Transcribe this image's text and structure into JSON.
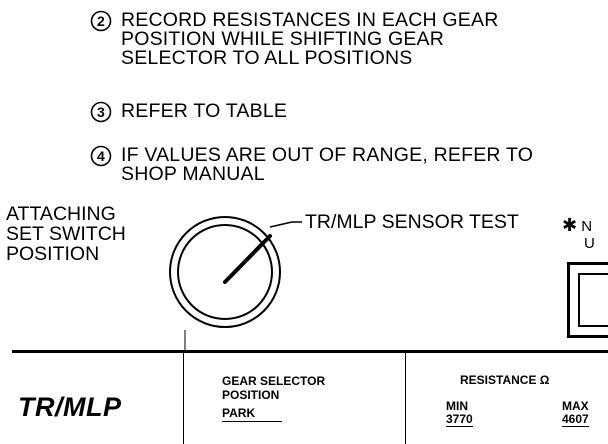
{
  "steps": [
    {
      "number": "2",
      "lines": [
        "RECORD RESISTANCES IN EACH GEAR",
        "POSITION WHILE SHIFTING GEAR",
        "SELECTOR TO ALL POSITIONS"
      ]
    },
    {
      "number": "3",
      "lines": [
        "REFER TO TABLE"
      ]
    },
    {
      "number": "4",
      "lines": [
        "IF VALUES ARE OUT OF RANGE, REFER TO",
        "SHOP MANUAL"
      ]
    }
  ],
  "attaching_label": [
    "ATTACHING",
    "SET SWITCH",
    "POSITION"
  ],
  "sensor_test_label": "TR/MLP SENSOR TEST",
  "note": {
    "star": "✱",
    "lines": [
      "N",
      "U"
    ]
  },
  "table": {
    "component": "TR/MLP",
    "gear_header": [
      "GEAR SELECTOR",
      "POSITION"
    ],
    "gear_value": "PARK",
    "resistance_header": "RESISTANCE Ω",
    "min_label": "MIN",
    "min_value": "3770",
    "max_label": "MAX",
    "max_value": "4607"
  }
}
